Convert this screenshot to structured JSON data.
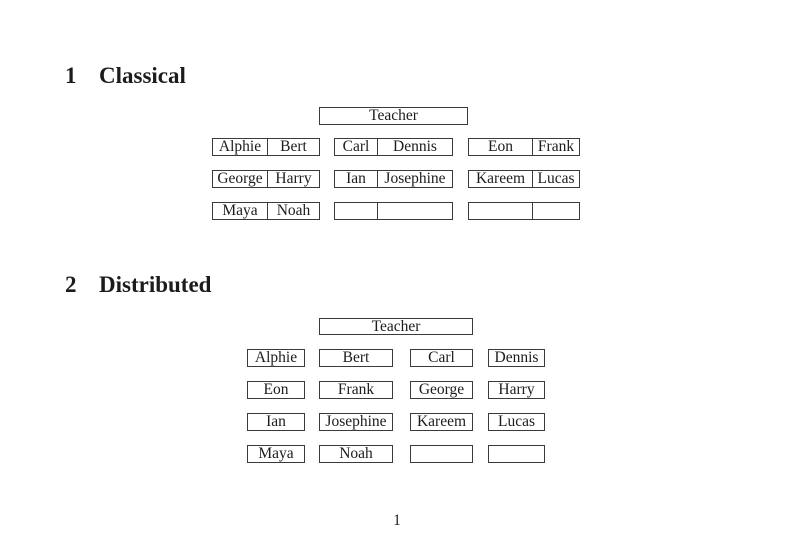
{
  "page": {
    "number": "1"
  },
  "colors": {
    "bg": "#ffffff",
    "text": "#1c1c1c",
    "border": "#3a3a3a"
  },
  "classical": {
    "heading_number": "1",
    "heading_title": "Classical",
    "teacher_label": "Teacher",
    "rows": [
      [
        [
          "Alphie",
          "Bert"
        ],
        [
          "Carl",
          "Dennis"
        ],
        [
          "Eon",
          "Frank"
        ]
      ],
      [
        [
          "George",
          "Harry"
        ],
        [
          "Ian",
          "Josephine"
        ],
        [
          "Kareem",
          "Lucas"
        ]
      ],
      [
        [
          "Maya",
          "Noah"
        ],
        [
          "",
          ""
        ],
        [
          "",
          ""
        ]
      ]
    ]
  },
  "distributed": {
    "heading_number": "2",
    "heading_title": "Distributed",
    "teacher_label": "Teacher",
    "rows": [
      [
        "Alphie",
        "Bert",
        "Carl",
        "Dennis"
      ],
      [
        "Eon",
        "Frank",
        "George",
        "Harry"
      ],
      [
        "Ian",
        "Josephine",
        "Kareem",
        "Lucas"
      ],
      [
        "Maya",
        "Noah",
        "",
        ""
      ]
    ]
  }
}
